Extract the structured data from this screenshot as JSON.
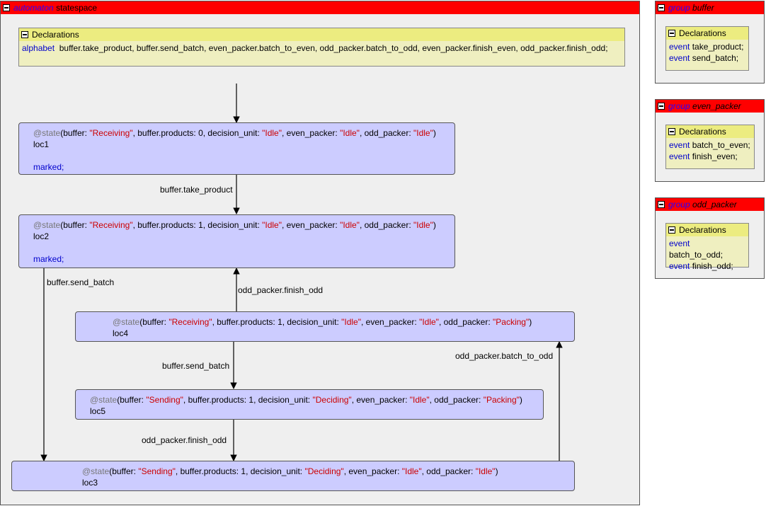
{
  "automaton": {
    "kind": "automaton",
    "name": "statespace",
    "declarations": {
      "title": "Declarations",
      "alphabet_kw": "alphabet",
      "alphabet_items": "buffer.take_product,  buffer.send_batch,  even_packer.batch_to_even,  odd_packer.batch_to_odd,  even_packer.finish_even,  odd_packer.finish_odd;"
    }
  },
  "states": [
    {
      "id": "loc1",
      "name": "loc1",
      "marked": "marked;",
      "state": {
        "kw": "@state",
        "buffer_key": "(buffer: ",
        "buffer_val": "\"Receiving\"",
        "products": ", buffer.products: 0, decision_unit:  ",
        "decision_val": "\"Idle\"",
        "even_key": ", even_packer:  ",
        "even_val": "\"Idle\"",
        "odd_key": ", odd_packer:  ",
        "odd_val": "\"Idle\"",
        "close": ")"
      }
    },
    {
      "id": "loc2",
      "name": "loc2",
      "marked": "marked;",
      "state": {
        "kw": "@state",
        "buffer_key": "(buffer: ",
        "buffer_val": "\"Receiving\"",
        "products": ", buffer.products: 1, decision_unit:  ",
        "decision_val": "\"Idle\"",
        "even_key": ", even_packer:  ",
        "even_val": "\"Idle\"",
        "odd_key": ", odd_packer:  ",
        "odd_val": "\"Idle\"",
        "close": ")"
      }
    },
    {
      "id": "loc4",
      "name": "loc4",
      "state": {
        "kw": "@state",
        "buffer_key": "(buffer: ",
        "buffer_val": "\"Receiving\"",
        "products": ", buffer.products: 1, decision_unit:  ",
        "decision_val": "\"Idle\"",
        "even_key": ", even_packer:  ",
        "even_val": "\"Idle\"",
        "odd_key": ", odd_packer:  ",
        "odd_val": "\"Packing\"",
        "close": ")"
      }
    },
    {
      "id": "loc5",
      "name": "loc5",
      "state": {
        "kw": "@state",
        "buffer_key": "(buffer: ",
        "buffer_val": "\"Sending\"",
        "products": ", buffer.products: 1, decision_unit:  ",
        "decision_val": "\"Deciding\"",
        "even_key": ", even_packer:  ",
        "even_val": "\"Idle\"",
        "odd_key": ", odd_packer:  ",
        "odd_val": "\"Packing\"",
        "close": ")"
      }
    },
    {
      "id": "loc3",
      "name": "loc3",
      "state": {
        "kw": "@state",
        "buffer_key": "(buffer: ",
        "buffer_val": "\"Sending\"",
        "products": ", buffer.products: 1, decision_unit:  ",
        "decision_val": "\"Deciding\"",
        "even_key": ", even_packer:  ",
        "even_val": "\"Idle\"",
        "odd_key": ", odd_packer:  ",
        "odd_val": "\"Idle\"",
        "close": ")"
      }
    }
  ],
  "edges": {
    "take_product": "buffer.take_product",
    "send_batch_left": "buffer.send_batch",
    "finish_odd_up": "odd_packer.finish_odd",
    "send_batch_mid": "buffer.send_batch",
    "finish_odd_down": "odd_packer.finish_odd",
    "batch_to_odd": "odd_packer.batch_to_odd"
  },
  "groups": [
    {
      "kind": "group",
      "name": "buffer",
      "decl_title": "Declarations",
      "events": [
        {
          "kw": "event",
          "name": "take_product;"
        },
        {
          "kw": "event",
          "name": "send_batch;"
        }
      ]
    },
    {
      "kind": "group",
      "name": "even_packer",
      "decl_title": "Declarations",
      "events": [
        {
          "kw": "event",
          "name": "batch_to_even;"
        },
        {
          "kw": "event",
          "name": "finish_even;"
        }
      ]
    },
    {
      "kind": "group",
      "name": "odd_packer",
      "decl_title": "Declarations",
      "events": [
        {
          "kw": "event",
          "name": "batch_to_odd;"
        },
        {
          "kw": "event",
          "name": "finish_odd;"
        }
      ]
    }
  ],
  "colors": {
    "title_bar": "#ff0000",
    "panel_bg": "#efefef",
    "decl_bg": "#efefc0",
    "decl_header": "#ecec80",
    "state_fill": "#ccccff",
    "keyword_blue": "#0000cc",
    "string_red": "#cc0000"
  }
}
